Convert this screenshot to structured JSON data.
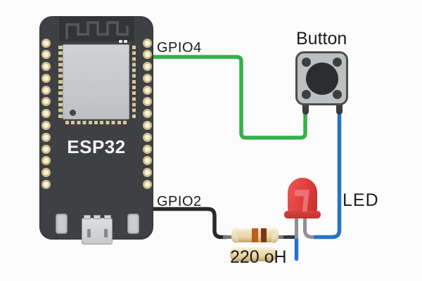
{
  "diagram": {
    "board": {
      "title": "ESP32",
      "pins_per_side": 13
    },
    "labels": {
      "gpio4": "GPIO4",
      "gpio2": "GPIO2",
      "button": "Button",
      "led": "LED",
      "resistor_value": "220 oH"
    },
    "colors": {
      "wire-green": "#32b24a",
      "wire-blue": "#2673cc",
      "wire-black": "#28292b",
      "wire-navy": "#2b3a4f",
      "lead-gray": "#75777a",
      "leg-gray": "#8e9092",
      "board-body": "#3e4044",
      "board-antenna": "#323437",
      "antenna-trace": "#54585d",
      "pad-gold": "#d8c893",
      "pin-ring": "#cdbc8b",
      "pin-center": "#fbf3d8",
      "button-body": "#bdbfc1",
      "button-border": "#4b4d4f",
      "led-red": "#e13e3e",
      "led-flange": "#c43030",
      "resistor-body": "#ecd9a8",
      "resistor-cap": "#f3e6bf",
      "resistor-band1": "#bc5e1e",
      "resistor-band2": "#7a3a14",
      "label-text": "#1c1c1c"
    }
  }
}
